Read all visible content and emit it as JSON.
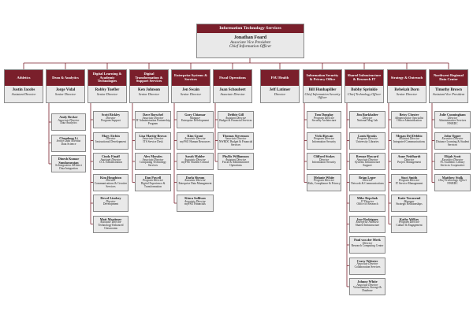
{
  "top": {
    "header": "Information Technology Services",
    "name": "Jonathan Foard",
    "titles": [
      "Associate Vice President",
      "Chief Information Officer"
    ]
  },
  "departments": [
    {
      "header": "Athletics",
      "name": "Justin Jacobs",
      "title": "Assistant Director",
      "staff": []
    },
    {
      "header": "Dean & Analytics",
      "name": "Jorge Vidal",
      "title": "Senior Director",
      "staff": [
        {
          "name": "Andy Becker",
          "title": "Associate Director",
          "dept": "Data Analytics"
        },
        {
          "name": "Chendong Li",
          "title": "Senior Data Scientist",
          "dept": "Data Science"
        },
        {
          "name": "Dinesh Kumar Sundararajan",
          "title": "Sr.Integration Architect",
          "dept": "Data Integration"
        }
      ]
    },
    {
      "header": "Digital Learning & Academic Technologies",
      "name": "Robby Tuefler",
      "title": "Senior Director",
      "staff": [
        {
          "name": "Scott Bickley",
          "title": "Director",
          "dept": "Program Support"
        },
        {
          "name": "Mary Eichin",
          "title": "Director",
          "dept": "Instructional Development"
        },
        {
          "name": "Cindy Finaff",
          "title": "Assistant Director",
          "dept": "CCL Administration"
        },
        {
          "name": "Kim Houghton",
          "title": "Director",
          "dept": "Communications & Creative Services"
        },
        {
          "name": "Dewel Lindsey",
          "title": "Director",
          "dept": "Development"
        },
        {
          "name": "Matt Mortimer",
          "title": "Associate Director",
          "dept": "Technology Enhanced Classrooms"
        }
      ]
    },
    {
      "header": "Digital Transformation & Support Services",
      "name": "Ken Johnson",
      "title": "Senior Director",
      "staff": [
        {
          "name": "Dave Borschel",
          "title": "Associate Director",
          "dept": "IT Administration Partnership Program"
        },
        {
          "name": "Lisa Martin-Brown",
          "title": "Associate Director",
          "dept": "ITS Service Desk"
        },
        {
          "name": "Alex Morales",
          "title": "Associate Director",
          "dept": "Computing Technology Services"
        },
        {
          "name": "Dan Powell",
          "title": "Program Director",
          "dept": "Digital Experience & Transformation"
        }
      ]
    },
    {
      "header": "Enterprise Systems & Services",
      "name": "Jen Swain",
      "title": "Senior Director",
      "staff": [
        {
          "name": "Gary Chiamar",
          "title": "Manager",
          "dept": "Enterprise Development"
        },
        {
          "name": "Kim Grant",
          "title": "Associate Director",
          "dept": "myFSU Human Resources"
        },
        {
          "name": "Sarah Mahler",
          "title": "Associate Director",
          "dept": "myFSU Student Central"
        },
        {
          "name": "Darla Shrum",
          "title": "Associate Director",
          "dept": "Enterprise Data Management"
        },
        {
          "name": "Kinca Sullivan",
          "title": "Associate Director",
          "dept": "myFSU Financials"
        }
      ]
    },
    {
      "header": "Fiscal Operations",
      "name": "Joan Schoubert",
      "title": "Associate Director",
      "staff": [
        {
          "name": "Debbie Gill",
          "title": "Assistant Director",
          "dept": "Budget & Financial Services"
        },
        {
          "name": "Thomas Stevenson",
          "title": "Associate Director",
          "dept": "NWRDC Budget & Financial Services"
        },
        {
          "name": "Phyllis Williamson",
          "title": "Assistant Director",
          "dept": "Fiscal & Administrative Operations"
        }
      ]
    },
    {
      "header": "FSU Health",
      "name": "Jeff Latimer",
      "title": "Director",
      "staff": []
    },
    {
      "header": "Information Security & Privacy Office",
      "name": "Bill Hunhapiller",
      "title": "Chief Information Security Officer",
      "staff": [
        {
          "name": "Tom Donglay",
          "title": "Program Director",
          "dept": "Security Architecture"
        },
        {
          "name": "Vicki Rowan",
          "title": "Program Director",
          "dept": "Information Security"
        },
        {
          "name": "Clifford Stokes",
          "title": "Director",
          "dept": "Information Security"
        },
        {
          "name": "Melanie White",
          "title": "Program Director",
          "dept": "Risk, Compliance & Privacy"
        }
      ]
    },
    {
      "header": "Shared Infrastructure & Research IT",
      "name": "Bobby Sprinkle",
      "title": "Chief Technology Officer",
      "staff": [
        {
          "name": "Jim Burkhalter",
          "title": "Director",
          "dept": "National Mag Lab"
        },
        {
          "name": "Louis Brooks",
          "title": "Program Director",
          "dept": "University Libraries"
        },
        {
          "name": "Brenae Howard",
          "title": "Associate Director",
          "dept": "Systems Infrastructure Support"
        },
        {
          "name": "Brian Leger",
          "title": "Director",
          "dept": "Network & Communications"
        },
        {
          "name": "Mike Repchak",
          "title": "IT Director",
          "dept": "Office of Research"
        },
        {
          "name": "Jose Rodriguez",
          "title": "Enterprise Architect",
          "dept": "Shared Infrastructure"
        },
        {
          "name": "Paul von der Merk",
          "title": "Director",
          "dept": "Research Computing Center"
        },
        {
          "name": "Corey Webster",
          "title": "Associate Director",
          "dept": "Collaboration Services"
        },
        {
          "name": "Johnny White",
          "title": "Associate Director",
          "dept": "Virtualization, Storage & Database"
        }
      ]
    },
    {
      "header": "Strategy & Outreach",
      "name": "Rebekah Dorn",
      "title": "Senior Director",
      "staff": [
        {
          "name": "Betsy Chester",
          "title": "Administrative Specialist",
          "dept": "Office Administration"
        },
        {
          "name": "Megan Del Debbio",
          "title": "Assistant Director",
          "dept": "Integrated Communications"
        },
        {
          "name": "Anne Neidhardt",
          "title": "Director",
          "dept": "Project Management"
        },
        {
          "name": "Staci Smith",
          "title": "Program Director",
          "dept": "IT Service Management"
        },
        {
          "name": "Katie Townsend",
          "title": "Manager",
          "dept": "Strategic Relationships"
        },
        {
          "name": "Kathy Wilkes",
          "title": "Program Director",
          "dept": "Culture & Engagement"
        }
      ]
    },
    {
      "header": "Northwest Regional Data Center",
      "name": "Timothy Brown",
      "title": "Assistant Vice President",
      "staff": [
        {
          "name": "Julie Cunningham",
          "title": "Director",
          "dept": "Administrative Services NWRDC"
        },
        {
          "name": "John Opper",
          "title": "Executive Director",
          "dept": "Distance Learning & Student Services"
        },
        {
          "name": "Elijah Scott",
          "title": "Executive Director",
          "dept": "FL Academic Library Services Cooperative"
        },
        {
          "name": "Matthew Stolk",
          "title": "Chief Technology Officer",
          "dept": "NWRDC"
        }
      ]
    }
  ],
  "colors": {
    "header_bg": "#7a1f2b",
    "card_bg": "#e9e9e9",
    "line": "#7a1f2b"
  }
}
